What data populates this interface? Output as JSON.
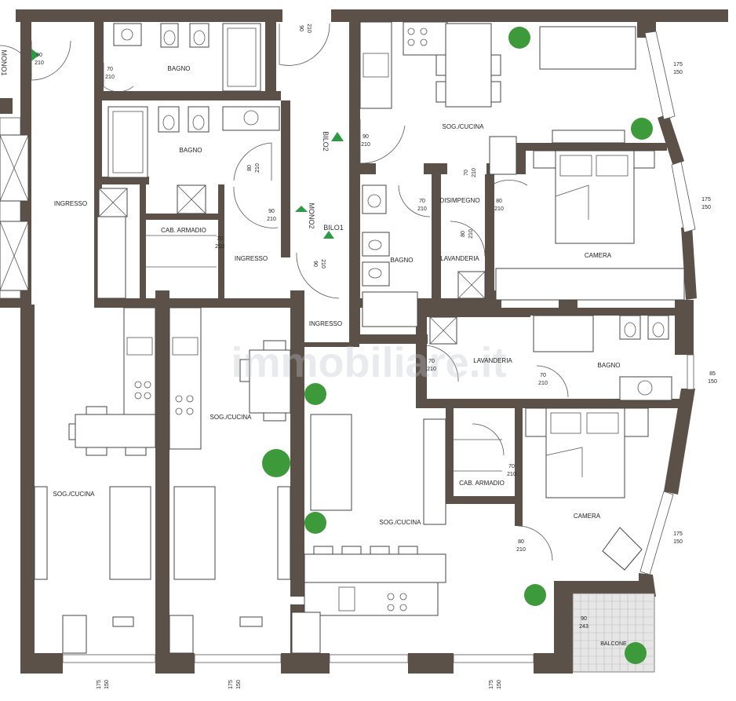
{
  "plan": {
    "watermark": "immobiliare.it",
    "rooms": [
      {
        "label": "BAGNO"
      },
      {
        "label": "BAGNO"
      },
      {
        "label": "INGRESSO"
      },
      {
        "label": "INGRESSO"
      },
      {
        "label": "INGRESSO"
      },
      {
        "label": "CAB. ARMADIO"
      },
      {
        "label": "SOG./CUCINA"
      },
      {
        "label": "SOG./CUCINA"
      },
      {
        "label": "SOG./CUCINA"
      },
      {
        "label": "SOG./CUCINA"
      },
      {
        "label": "DISIMPEGNO"
      },
      {
        "label": "BAGNO"
      },
      {
        "label": "LAVANDERIA"
      },
      {
        "label": "CAMERA"
      },
      {
        "label": "LAVANDERIA"
      },
      {
        "label": "BAGNO"
      },
      {
        "label": "CAB. ARMADIO"
      },
      {
        "label": "CAMERA"
      },
      {
        "label": "BALCONE"
      }
    ],
    "units": [
      {
        "label": "MONO1"
      },
      {
        "label": "BILO2"
      },
      {
        "label": "MONO2"
      },
      {
        "label": "BILO1"
      }
    ],
    "dims": [
      {
        "w": "90",
        "h": "210"
      },
      {
        "w": "70",
        "h": "210"
      },
      {
        "w": "90",
        "h": "210"
      },
      {
        "w": "90",
        "h": "210"
      },
      {
        "w": "80",
        "h": "210"
      },
      {
        "w": "90",
        "h": "210"
      },
      {
        "w": "70",
        "h": "210"
      },
      {
        "w": "90",
        "h": "210"
      },
      {
        "w": "80",
        "h": "210"
      },
      {
        "w": "70",
        "h": "210"
      },
      {
        "w": "80",
        "h": "210"
      },
      {
        "w": "70",
        "h": "210"
      },
      {
        "w": "70",
        "h": "210"
      },
      {
        "w": "70",
        "h": "210"
      },
      {
        "w": "70",
        "h": "210"
      },
      {
        "w": "80",
        "h": "210"
      },
      {
        "w": "175",
        "h": "150"
      },
      {
        "w": "175",
        "h": "150"
      },
      {
        "w": "85",
        "h": "150"
      },
      {
        "w": "175",
        "h": "150"
      },
      {
        "w": "175",
        "h": "150"
      },
      {
        "w": "175",
        "h": "150"
      },
      {
        "w": "175",
        "h": "150"
      },
      {
        "w": "90",
        "h": "243"
      }
    ],
    "colors": {
      "wall": "#5b5148",
      "plant": "#3d9a3a",
      "marker": "#2e9a44"
    }
  }
}
